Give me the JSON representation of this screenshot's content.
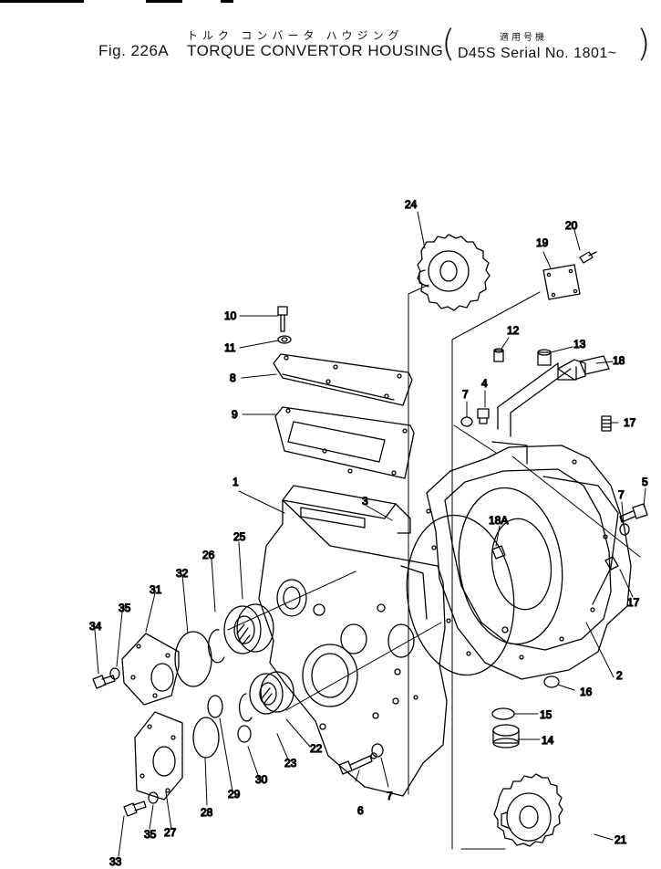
{
  "header": {
    "jp_title": "トルク コンバータ ハウジング",
    "fig_label": "Fig. 226A",
    "title": "TORQUE CONVERTOR HOUSING",
    "jp_usage": "適用号機",
    "serial": "D45S Serial No. 1801~"
  },
  "callouts": [
    {
      "id": "1",
      "label": "1"
    },
    {
      "id": "2",
      "label": "2"
    },
    {
      "id": "3",
      "label": "3"
    },
    {
      "id": "4",
      "label": "4"
    },
    {
      "id": "5",
      "label": "5"
    },
    {
      "id": "6",
      "label": "6"
    },
    {
      "id": "7a",
      "label": "7"
    },
    {
      "id": "7b",
      "label": "7"
    },
    {
      "id": "7c",
      "label": "7"
    },
    {
      "id": "8",
      "label": "8"
    },
    {
      "id": "9",
      "label": "9"
    },
    {
      "id": "10",
      "label": "10"
    },
    {
      "id": "11",
      "label": "11"
    },
    {
      "id": "12",
      "label": "12"
    },
    {
      "id": "13",
      "label": "13"
    },
    {
      "id": "14",
      "label": "14"
    },
    {
      "id": "15",
      "label": "15"
    },
    {
      "id": "16",
      "label": "16"
    },
    {
      "id": "17a",
      "label": "17"
    },
    {
      "id": "17b",
      "label": "17"
    },
    {
      "id": "18",
      "label": "18"
    },
    {
      "id": "18A",
      "label": "18A"
    },
    {
      "id": "19",
      "label": "19"
    },
    {
      "id": "20",
      "label": "20"
    },
    {
      "id": "21",
      "label": "21"
    },
    {
      "id": "22",
      "label": "22"
    },
    {
      "id": "23",
      "label": "23"
    },
    {
      "id": "24",
      "label": "24"
    },
    {
      "id": "25",
      "label": "25"
    },
    {
      "id": "26",
      "label": "26"
    },
    {
      "id": "27",
      "label": "27"
    },
    {
      "id": "28",
      "label": "28"
    },
    {
      "id": "29",
      "label": "29"
    },
    {
      "id": "30",
      "label": "30"
    },
    {
      "id": "31",
      "label": "31"
    },
    {
      "id": "32",
      "label": "32"
    },
    {
      "id": "33",
      "label": "33"
    },
    {
      "id": "34",
      "label": "34"
    },
    {
      "id": "35a",
      "label": "35"
    },
    {
      "id": "35b",
      "label": "35"
    }
  ]
}
